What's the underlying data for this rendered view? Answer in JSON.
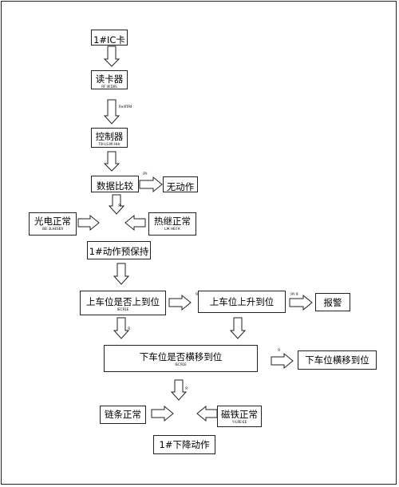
{
  "nodes": {
    "ic_card": {
      "label": "1#IC卡"
    },
    "card_reader": {
      "label": "读卡器",
      "sub": "RF 4€DIIS"
    },
    "controller": {
      "label": "控制器",
      "sub": "T0I-LS.MI HHr"
    },
    "compare": {
      "label": "数据比较"
    },
    "no_action": {
      "label": "无动作"
    },
    "photo_ok": {
      "label": "光电正常",
      "sub": "ВЕl 3LHЕSЕЯ"
    },
    "relay_ok": {
      "label": "热继正常",
      "sub": "LЖ НЕll К"
    },
    "hold": {
      "label": "1#动作预保持"
    },
    "upper_check": {
      "label": "上车位是否上到位",
      "sub": "IЕСЯ1Е"
    },
    "upper_rise": {
      "label": "上车位上升到位"
    },
    "alarm": {
      "label": "报警"
    },
    "lower_check": {
      "label": "下车位是否横移到位",
      "sub": "IЕСЯ1Е"
    },
    "lower_traverse": {
      "label": "下车位横移到位"
    },
    "chain_ok": {
      "label": "链条正常"
    },
    "magnet_ok": {
      "label": "磁铁正常",
      "sub": "Ч-LЯЕ-ЕЕ"
    },
    "lower_action": {
      "label": "1#下降动作"
    }
  },
  "edge_labels": {
    "reader_controller": "Rн4ПЯ4",
    "compare_noaction": "ЯЧ",
    "compare_hold": "Я",
    "upper_rise": "Я",
    "rise_alarm": "ЯЧ Я",
    "upper_lower": "Я",
    "lower_traverse": "Я",
    "lower_chain": "Я"
  },
  "colors": {
    "stroke": "#222222",
    "background": "#ffffff"
  }
}
